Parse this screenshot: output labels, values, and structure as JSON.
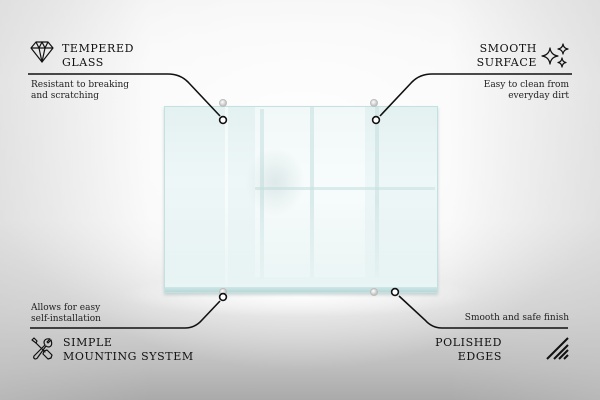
{
  "features": [
    {
      "id": "tempered-glass",
      "title_line1": "TEMPERED",
      "title_line2": "GLASS",
      "description_line1": "Resistant to breaking",
      "description_line2": "and scratching",
      "icon": "diamond-icon"
    },
    {
      "id": "smooth-surface",
      "title_line1": "SMOOTH",
      "title_line2": "SURFACE",
      "description_line1": "Easy to clean from",
      "description_line2": "everyday dirt",
      "icon": "sparkles-icon"
    },
    {
      "id": "simple-mounting-system",
      "title_line1": "SIMPLE",
      "title_line2": "MOUNTING SYSTEM",
      "description_line1": "Allows for easy",
      "description_line2": "self-installation",
      "icon": "tools-icon"
    },
    {
      "id": "polished-edges",
      "title_line1": "POLISHED",
      "title_line2": "EDGES",
      "description_line1": "Smooth and safe finish",
      "icon": "polished-edges-icon"
    }
  ],
  "colors": {
    "line": "#111111",
    "glass": "#e4f1f1",
    "glass_edge": "#c4e0e0",
    "background_center": "#ffffff",
    "background_bottom": "#aaaaaa"
  }
}
